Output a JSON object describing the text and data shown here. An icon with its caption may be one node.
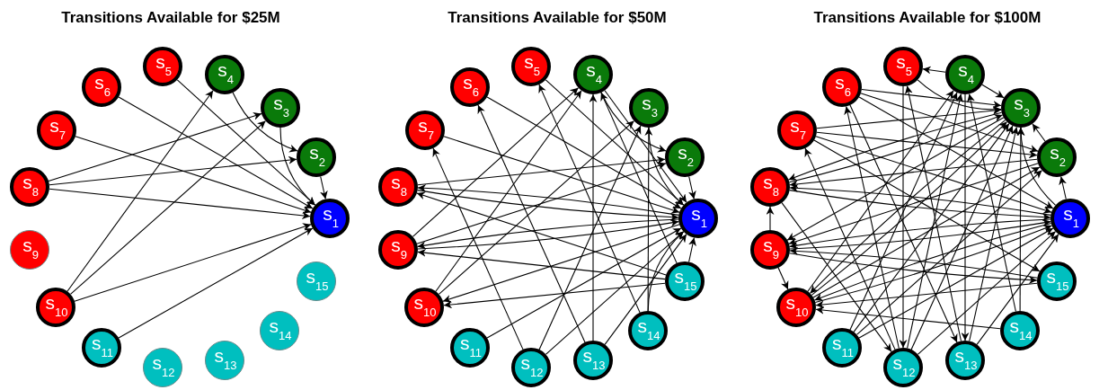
{
  "diagram": {
    "nodes": [
      {
        "text": [
          "s$_{1}$"
        ]
      },
      {
        "text": [
          "s$_{2}$"
        ]
      },
      {
        "text": [
          "s$_{3}$"
        ]
      },
      {
        "text": [
          "s$_{4}$"
        ]
      },
      {
        "text": [
          "s$_{5}$"
        ]
      },
      {
        "text": [
          "s$_{6}$"
        ]
      },
      {
        "text": [
          "s$_{7}$"
        ]
      },
      {
        "text": [
          "s$_{8}$"
        ]
      },
      {
        "text": [
          "s$_{9}$"
        ]
      },
      {
        "text": [
          "s$_{10}$"
        ]
      },
      {
        "text": [
          "s$_{11}$"
        ]
      },
      {
        "text": [
          "s$_{12}$"
        ]
      },
      {
        "text": [
          "s$_{13}$"
        ]
      },
      {
        "text": [
          "s$_{14}$"
        ]
      },
      {
        "text": [
          "s$_{15}$"
        ]
      },
      {
        "text": [
          "s$_{1}$"
        ]
      },
      {
        "text": [
          "s$_{2}$"
        ]
      },
      {
        "text": [
          "s$_{3}$"
        ]
      },
      {
        "text": [
          "s$_{4}$"
        ]
      },
      {
        "text": [
          "s$_{5}$"
        ]
      },
      {
        "text": [
          "s$_{6}$"
        ]
      },
      {
        "text": [
          "s$_{7}$"
        ]
      },
      {
        "text": [
          "s$_{8}$"
        ]
      },
      {
        "text": [
          "s$_{9}$"
        ]
      },
      {
        "text": [
          "s$_{10}$"
        ]
      },
      {
        "text": [
          "s$_{11}$"
        ]
      },
      {
        "text": [
          "s$_{12}$"
        ]
      },
      {
        "text": [
          "s$_{13}$"
        ]
      },
      {
        "text": [
          "s$_{14}$"
        ]
      },
      {
        "text": [
          "s$_{15}$"
        ]
      },
      {
        "text": [
          "s$_{1}$"
        ]
      },
      {
        "text": [
          "s$_{2}$"
        ]
      },
      {
        "text": [
          "s$_{3}$"
        ]
      },
      {
        "text": [
          "s$_{4}$"
        ]
      },
      {
        "text": [
          "s$_{5}$"
        ]
      },
      {
        "text": [
          "s$_{6}$"
        ]
      },
      {
        "text": [
          "s$_{7}$"
        ]
      },
      {
        "text": [
          "s$_{8}$"
        ]
      },
      {
        "text": [
          "s$_{9}$"
        ]
      },
      {
        "text": [
          "s$_{10}$"
        ]
      },
      {
        "text": [
          "s$_{11}$"
        ]
      },
      {
        "text": [
          "s$_{12}$"
        ]
      },
      {
        "text": [
          "s$_{13}$"
        ]
      },
      {
        "text": [
          "s$_{14}$"
        ]
      },
      {
        "text": [
          "s$_{15}$"
        ]
      }
    ],
    "edges": [
      {
        "from": 4,
        "to": 0,
        "arrow": "to"
      },
      {
        "from": 5,
        "to": 0,
        "arrow": "to"
      },
      {
        "from": 6,
        "to": 0,
        "arrow": "to"
      },
      {
        "from": 7,
        "to": 2,
        "arrow": "to"
      },
      {
        "from": 7,
        "to": 1,
        "arrow": "to"
      },
      {
        "from": 7,
        "to": 0,
        "arrow": "to"
      },
      {
        "from": 3,
        "to": 1,
        "arrow": "to"
      },
      {
        "from": 2,
        "to": 0,
        "arrow": "to"
      },
      {
        "from": 1,
        "to": 0,
        "arrow": "to"
      },
      {
        "from": 9,
        "to": 3,
        "arrow": "to"
      },
      {
        "from": 9,
        "to": 2,
        "arrow": "to"
      },
      {
        "from": 9,
        "to": 0,
        "arrow": "to"
      },
      {
        "from": 10,
        "to": 0,
        "arrow": "to"
      },
      {
        "from": 19,
        "to": 15,
        "arrow": "to"
      },
      {
        "from": 20,
        "to": 15,
        "arrow": "to"
      },
      {
        "from": 21,
        "to": 15,
        "arrow": "to"
      },
      {
        "from": 22,
        "to": 16,
        "arrow": "to"
      },
      {
        "from": 22,
        "to": 15,
        "arrow": "to"
      },
      {
        "from": 23,
        "to": 18,
        "arrow": "to"
      },
      {
        "from": 23,
        "to": 15,
        "arrow": "to"
      },
      {
        "from": 23,
        "to": 16,
        "arrow": "to"
      },
      {
        "from": 24,
        "to": 18,
        "arrow": "to"
      },
      {
        "from": 24,
        "to": 17,
        "arrow": "to"
      },
      {
        "from": 25,
        "to": 15,
        "arrow": "to"
      },
      {
        "from": 26,
        "to": 21,
        "arrow": "to"
      },
      {
        "from": 26,
        "to": 17,
        "arrow": "to"
      },
      {
        "from": 26,
        "to": 15,
        "arrow": "to"
      },
      {
        "from": 27,
        "to": 20,
        "arrow": "to"
      },
      {
        "from": 27,
        "to": 18,
        "arrow": "to"
      },
      {
        "from": 28,
        "to": 19,
        "arrow": "to"
      },
      {
        "from": 28,
        "to": 17,
        "arrow": "to"
      },
      {
        "from": 28,
        "to": 15,
        "arrow": "to"
      },
      {
        "from": 29,
        "to": 22,
        "arrow": "to"
      },
      {
        "from": 29,
        "to": 23,
        "arrow": "to"
      },
      {
        "from": 29,
        "to": 24,
        "arrow": "to"
      },
      {
        "from": 29,
        "to": 18,
        "arrow": "to"
      },
      {
        "from": 29,
        "to": 15,
        "arrow": "to"
      },
      {
        "from": 15,
        "to": 24,
        "arrow": "to"
      },
      {
        "from": 15,
        "to": 22,
        "arrow": "to"
      },
      {
        "from": 15,
        "to": 23,
        "arrow": "to"
      },
      {
        "from": 18,
        "to": 16,
        "arrow": "to"
      },
      {
        "from": 17,
        "to": 15,
        "arrow": "to"
      },
      {
        "from": 16,
        "to": 15,
        "arrow": "to"
      },
      {
        "from": 18,
        "to": 15,
        "arrow": "to"
      },
      {
        "from": 27,
        "to": 15,
        "arrow": "to"
      },
      {
        "from": 35,
        "to": 32,
        "arrow": "to"
      },
      {
        "from": 35,
        "to": 31,
        "arrow": "to"
      },
      {
        "from": 35,
        "to": 30,
        "arrow": "to"
      },
      {
        "from": 36,
        "to": 32,
        "arrow": "to"
      },
      {
        "from": 36,
        "to": 31,
        "arrow": "to"
      },
      {
        "from": 36,
        "to": 30,
        "arrow": "to"
      },
      {
        "from": 36,
        "to": 44,
        "arrow": "to"
      },
      {
        "from": 34,
        "to": 32,
        "arrow": "to"
      },
      {
        "from": 33,
        "to": 32,
        "arrow": "to"
      },
      {
        "from": 33,
        "to": 34,
        "arrow": "to"
      },
      {
        "from": 31,
        "to": 32,
        "arrow": "to"
      },
      {
        "from": 30,
        "to": 32,
        "arrow": "to"
      },
      {
        "from": 32,
        "to": 37,
        "arrow": "to"
      },
      {
        "from": 32,
        "to": 38,
        "arrow": "to"
      },
      {
        "from": 32,
        "to": 39,
        "arrow": "to"
      },
      {
        "from": 31,
        "to": 37,
        "arrow": "to"
      },
      {
        "from": 31,
        "to": 38,
        "arrow": "to"
      },
      {
        "from": 30,
        "to": 37,
        "arrow": "to"
      },
      {
        "from": 30,
        "to": 38,
        "arrow": "to"
      },
      {
        "from": 30,
        "to": 39,
        "arrow": "to"
      },
      {
        "from": 30,
        "to": 31,
        "arrow": "to"
      },
      {
        "from": 44,
        "to": 39,
        "arrow": "to"
      },
      {
        "from": 44,
        "to": 38,
        "arrow": "to"
      },
      {
        "from": 43,
        "to": 39,
        "arrow": "to"
      },
      {
        "from": 43,
        "to": 32,
        "arrow": "to"
      },
      {
        "from": 43,
        "to": 33,
        "arrow": "to"
      },
      {
        "from": 42,
        "to": 32,
        "arrow": "to"
      },
      {
        "from": 42,
        "to": 30,
        "arrow": "to"
      },
      {
        "from": 41,
        "to": 33,
        "arrow": "to"
      },
      {
        "from": 41,
        "to": 32,
        "arrow": "to"
      },
      {
        "from": 41,
        "to": 30,
        "arrow": "to"
      },
      {
        "from": 40,
        "to": 33,
        "arrow": "to"
      },
      {
        "from": 40,
        "to": 32,
        "arrow": "to"
      },
      {
        "from": 40,
        "to": 30,
        "arrow": "to"
      },
      {
        "from": 39,
        "to": 33,
        "arrow": "to"
      },
      {
        "from": 39,
        "to": 32,
        "arrow": "to"
      },
      {
        "from": 39,
        "to": 30,
        "arrow": "to"
      },
      {
        "from": 38,
        "to": 37,
        "arrow": "to"
      },
      {
        "from": 38,
        "to": 39,
        "arrow": "to"
      },
      {
        "from": 38,
        "to": 30,
        "arrow": "to"
      },
      {
        "from": 38,
        "to": 44,
        "arrow": "to"
      },
      {
        "from": 37,
        "to": 30,
        "arrow": "to"
      },
      {
        "from": 37,
        "to": 32,
        "arrow": "to"
      },
      {
        "from": 34,
        "to": 41,
        "arrow": "to"
      },
      {
        "from": 35,
        "to": 42,
        "arrow": "to"
      },
      {
        "from": 33,
        "to": 42,
        "arrow": "to"
      },
      {
        "from": 37,
        "to": 41,
        "arrow": "to"
      },
      {
        "from": 41,
        "to": 36,
        "arrow": "to"
      },
      {
        "from": 41,
        "to": 35,
        "arrow": "to"
      },
      {
        "from": 42,
        "to": 34,
        "arrow": "to"
      },
      {
        "from": 39,
        "to": 31,
        "arrow": "to"
      },
      {
        "from": 40,
        "to": 31,
        "arrow": "to"
      }
    ],
    "labels": [
      "Transitions Available for $25M",
      "Transitions Available for $50M",
      "Transitions Available for $100M"
    ]
  }
}
